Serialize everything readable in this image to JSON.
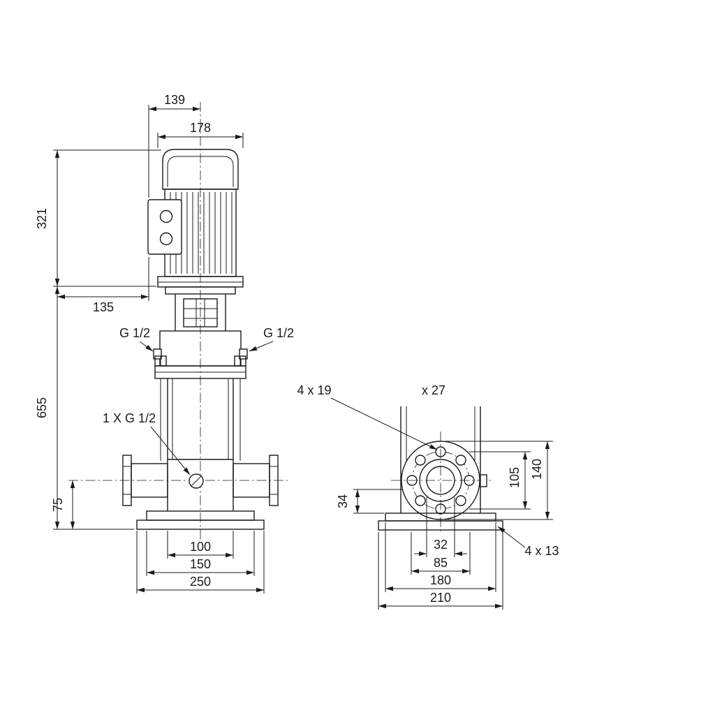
{
  "drawing": {
    "kind": "pump-dimensional-drawing",
    "colors": {
      "line": "#1a1a1a",
      "background": "#ffffff"
    }
  },
  "labels": {
    "front": {
      "w139": "139",
      "w178": "178",
      "h321": "321",
      "w135": "135",
      "h655": "655",
      "h75": "75",
      "port_left": "G 1/2",
      "port_right": "G 1/2",
      "drain": "1 X G 1/2",
      "w100": "100",
      "w150": "150",
      "w250": "250"
    },
    "side": {
      "flange_holes": "4 x 19",
      "counterbore": "x 27",
      "h34": "34",
      "h105": "105",
      "h140": "140",
      "w32": "32",
      "w85": "85",
      "w180": "180",
      "w210": "210",
      "base_holes": "4 x 13"
    }
  }
}
